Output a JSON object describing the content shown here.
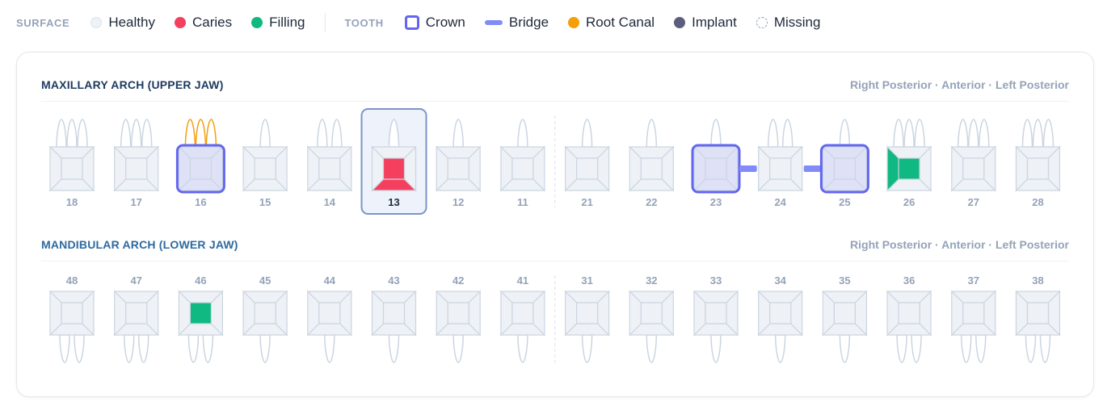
{
  "legend": {
    "surface_label": "SURFACE",
    "tooth_label": "TOOTH",
    "surface_items": [
      {
        "label": "Healthy",
        "color": "#eef1f6"
      },
      {
        "label": "Caries",
        "color": "#f43f5e"
      },
      {
        "label": "Filling",
        "color": "#10b981"
      }
    ],
    "tooth_items": [
      {
        "label": "Crown",
        "kind": "crown",
        "color": "#6366f1"
      },
      {
        "label": "Bridge",
        "kind": "bridge",
        "color": "#818cf8"
      },
      {
        "label": "Root Canal",
        "kind": "dot",
        "color": "#f59e0b"
      },
      {
        "label": "Implant",
        "kind": "dot",
        "color": "#5b5f7d"
      },
      {
        "label": "Missing",
        "kind": "missing",
        "color": "#94a3b8"
      }
    ]
  },
  "colors": {
    "healthy_fill": "#eef1f6",
    "outline": "#cbd5e1",
    "caries": "#f43f5e",
    "filling": "#10b981",
    "crown": "#6366f1",
    "crown_fill": "#dfe1f7",
    "bridge": "#818cf8",
    "root_canal": "#f59e0b",
    "selected_border": "#7b95c6",
    "selected_bg": "#eef2fb"
  },
  "upper_arch": {
    "title": "MAXILLARY ARCH (UPPER JAW)",
    "hint": "Right Posterior · Anterior · Left Posterior",
    "teeth": [
      {
        "number": "18",
        "roots": 3
      },
      {
        "number": "17",
        "roots": 3
      },
      {
        "number": "16",
        "roots": 3,
        "crown": true,
        "root_canal": true
      },
      {
        "number": "15",
        "roots": 1
      },
      {
        "number": "14",
        "roots": 2
      },
      {
        "number": "13",
        "roots": 1,
        "selected": true,
        "surfaces": {
          "occlusal": "caries",
          "buccal": "caries"
        }
      },
      {
        "number": "12",
        "roots": 1
      },
      {
        "number": "11",
        "roots": 1
      },
      {
        "number": "21",
        "roots": 1
      },
      {
        "number": "22",
        "roots": 1
      },
      {
        "number": "23",
        "roots": 1,
        "crown": true,
        "bridge_right": true
      },
      {
        "number": "24",
        "roots": 2,
        "bridge_right": true
      },
      {
        "number": "25",
        "roots": 1,
        "crown": true
      },
      {
        "number": "26",
        "roots": 3,
        "surfaces": {
          "occlusal": "filling",
          "mesial": "filling"
        }
      },
      {
        "number": "27",
        "roots": 3
      },
      {
        "number": "28",
        "roots": 3
      }
    ]
  },
  "lower_arch": {
    "title": "MANDIBULAR ARCH (LOWER JAW)",
    "hint": "Right Posterior · Anterior · Left Posterior",
    "teeth": [
      {
        "number": "48",
        "roots": 2
      },
      {
        "number": "47",
        "roots": 2
      },
      {
        "number": "46",
        "roots": 2,
        "surfaces": {
          "occlusal": "filling"
        }
      },
      {
        "number": "45",
        "roots": 1
      },
      {
        "number": "44",
        "roots": 1
      },
      {
        "number": "43",
        "roots": 1
      },
      {
        "number": "42",
        "roots": 1
      },
      {
        "number": "41",
        "roots": 1
      },
      {
        "number": "31",
        "roots": 1
      },
      {
        "number": "32",
        "roots": 1
      },
      {
        "number": "33",
        "roots": 1
      },
      {
        "number": "34",
        "roots": 1
      },
      {
        "number": "35",
        "roots": 1
      },
      {
        "number": "36",
        "roots": 2
      },
      {
        "number": "37",
        "roots": 2
      },
      {
        "number": "38",
        "roots": 2
      }
    ]
  }
}
